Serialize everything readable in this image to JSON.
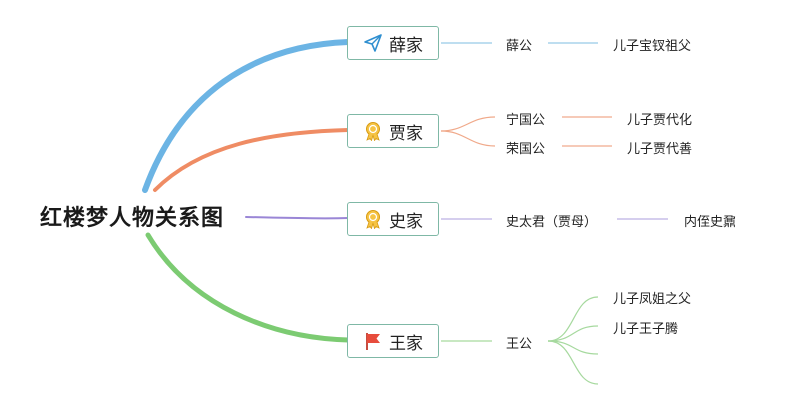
{
  "root": {
    "title": "红楼梦人物关系图"
  },
  "families": [
    {
      "name": "薛家",
      "icon": "paper-plane-icon",
      "color": "#6cb4e4",
      "nodes": [
        {
          "label": "薛公",
          "child": "儿子宝钗祖父"
        }
      ]
    },
    {
      "name": "贾家",
      "icon": "medal-icon",
      "color": "#ef8c64",
      "nodes": [
        {
          "label": "宁国公",
          "child": "儿子贾代化"
        },
        {
          "label": "荣国公",
          "child": "儿子贾代善"
        }
      ]
    },
    {
      "name": "史家",
      "icon": "medal-icon",
      "color": "#9a86d6",
      "nodes": [
        {
          "label": "史太君（贾母）",
          "child": "内侄史鼐"
        }
      ]
    },
    {
      "name": "王家",
      "icon": "red-flag-icon",
      "color": "#7ccb72",
      "nodes": [
        {
          "label": "王公",
          "children": [
            "儿子凤姐之父",
            "儿子王子腾",
            "",
            ""
          ]
        }
      ]
    }
  ]
}
